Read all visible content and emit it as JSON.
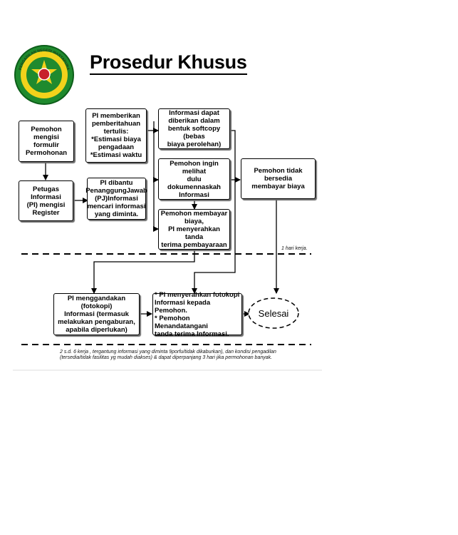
{
  "logo": {
    "ring_text": "PENGADILAN NEGERI MARTAPURA",
    "colors": {
      "ring": "#1f8a2e",
      "gold": "#f2d21b",
      "red": "#c8202a"
    }
  },
  "title": "Prosedur Khusus",
  "nodes": {
    "pemohon_mengisi": "Pemohon mengisi\nformulir\nPermohonan",
    "petugas_informasi": "Petugas Informasi\n(PI) mengisi\nRegister",
    "pi_memberikan": "PI memberikan\npemberitahuan\ntertulis:\n*Estimasi biaya\npengadaan\n*Estimasi waktu",
    "pi_dibantu": "PI dibantu\nPenanggungJawab\n(PJ)Informasi\nmencari informasi\nyang diminta.",
    "informasi_softcopy": "Informasi dapat\ndiberikan dalam\nbentuk softcopy (bebas\nbiaya perolehan)",
    "pemohon_melihat": "Pemohon ingin melihat\ndulu dokumennaskah\nInformasi",
    "pemohon_membayar": "Pemohon membayar\nbiaya,\nPI menyerahkan tanda\nterima pembayaraan",
    "tidak_bersedia": "Pemohon tidak bersedia\nmembayar biaya",
    "pi_menggandakan": "PI menggandakan (fotokopi)\nInformasi (termasuk\nmelakukan pengaburan,\napabila diperlukan)",
    "pi_menyerahkan": "* PI menyerahkan fotokopi\nInformasi kepada Pemohon.\n* Pemohon Menandatangani\ntanda terima Informasi.",
    "selesai": "Selesai"
  },
  "notes": {
    "one_day": "1 hari kerja.",
    "footer_line1": "2 s.d. 6 kerja , tergantung informasi yang diminta 9porfu/tidak dikaburkan), dan kondisi pengadilan",
    "footer_line2": "(tersedia/tidak fasilitas yg mudah diakses) & dapat diperpanjang 3 hari jika permohonan banyak."
  }
}
